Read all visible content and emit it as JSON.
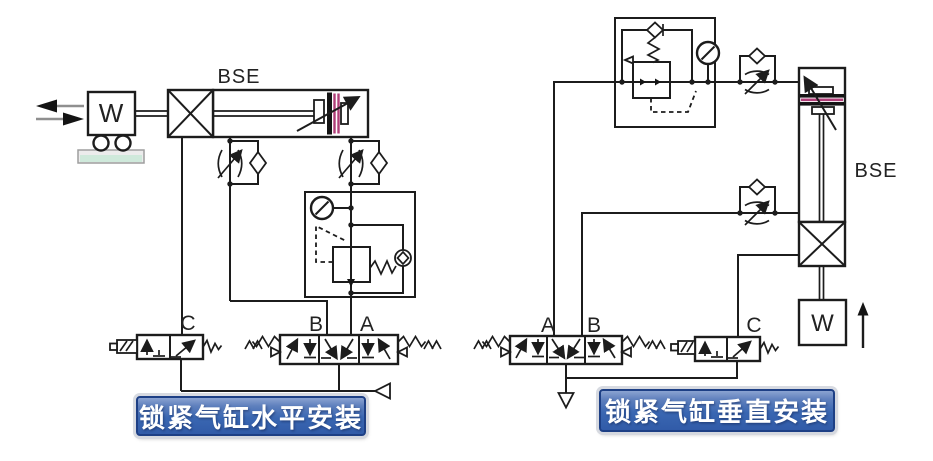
{
  "left_diagram": {
    "cylinder_label": "BSE",
    "weight_label": "W",
    "valve_c_label": "C",
    "valve_b_label": "B",
    "valve_a_label": "A",
    "caption": "锁紧气缸水平安装"
  },
  "right_diagram": {
    "cylinder_label": "BSE",
    "weight_label": "W",
    "valve_a_label": "A",
    "valve_b_label": "B",
    "valve_c_label": "C",
    "caption": "锁紧气缸垂直安装"
  },
  "colors": {
    "line": "#1c1c1c",
    "seal_magenta": "#b03d78",
    "ground_green": "#cfe9db",
    "arrow_gray": "#8f8f8f",
    "caption_blue": "#3a67b2",
    "caption_border": "#1d3f85",
    "caption_text": "#ffffff"
  }
}
